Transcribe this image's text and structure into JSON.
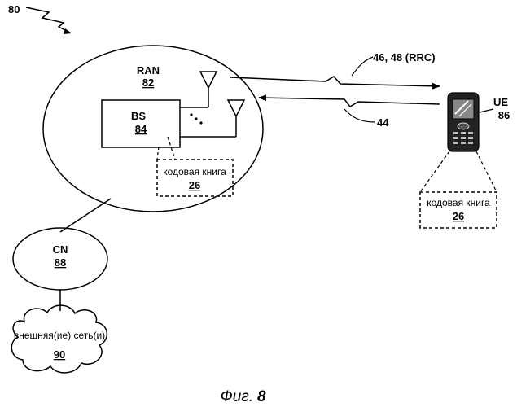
{
  "figure": {
    "ref": "80",
    "caption_prefix": "Фиг.",
    "caption_number": "8"
  },
  "ran": {
    "name": "RAN",
    "number": "82"
  },
  "bs": {
    "name": "BS",
    "number": "84"
  },
  "bs_codebook": {
    "label": "кодовая книга",
    "number": "26"
  },
  "ue": {
    "name": "UE",
    "number": "86"
  },
  "ue_codebook": {
    "label": "кодовая книга",
    "number": "26"
  },
  "cn": {
    "name": "CN",
    "number": "88"
  },
  "external": {
    "label": "внешняя(ие) сеть(и)",
    "number": "90"
  },
  "links": {
    "downlink": "46, 48 (RRC)",
    "uplink": "44"
  }
}
